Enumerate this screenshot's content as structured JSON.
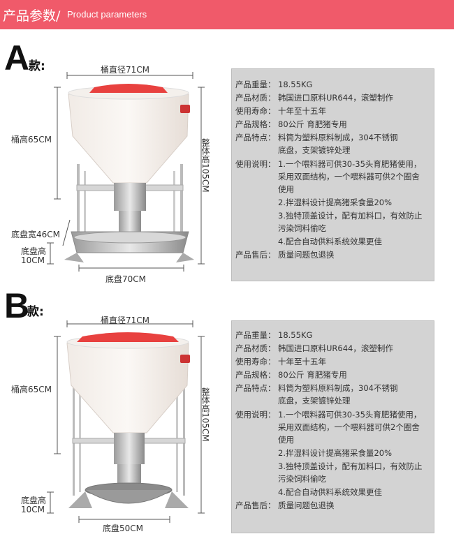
{
  "header": {
    "title_cn": "产品参数/",
    "title_en": "Product parameters"
  },
  "models": [
    {
      "letter": "A",
      "suffix": "款:",
      "dims": {
        "diameter": "桶直径71CM",
        "bucket_height": "桶高65CM",
        "total_height": "整体高105CM",
        "tray_width": "底盘宽46CM",
        "tray_height_line1": "底盘高",
        "tray_height_line2": "10CM",
        "tray": "底盘70CM"
      },
      "specs": {
        "weight_label": "产品重量：",
        "weight": "18.55KG",
        "material_label": "产品材质：",
        "material": "韩国进口原料UR644，滚塑制作",
        "life_label": "使用寿命：",
        "life": "十年至十五年",
        "spec_label": "产品规格：",
        "spec": "80公斤 育肥猪专用",
        "feature_label": "产品特点：",
        "feature_1": "料筒为塑料原料制成，304不锈钢",
        "feature_2": "底盘，支架镀锌处理",
        "usage_label": "使用说明：",
        "usage_1": "1.一个喂料器可供30-35头育肥猪使用，",
        "usage_2": "采用双面结构，一个喂料器可供2个圈舍",
        "usage_3": "使用",
        "usage_4": "2.拌湿料设计提高猪采食量20%",
        "usage_5": "3.独特顶盖设计，配有加料口，有效防止",
        "usage_6": "污染饲料偷吃",
        "usage_7": "4.配合自动供料系统效果更佳",
        "after_label": "产品售后：",
        "after": "质量问题包退换"
      }
    },
    {
      "letter": "B",
      "suffix": "款:",
      "dims": {
        "diameter": "桶直径71CM",
        "bucket_height": "桶高65CM",
        "total_height": "整体高105CM",
        "tray_height_line1": "底盘高",
        "tray_height_line2": "10CM",
        "tray": "底盘50CM"
      },
      "specs": {
        "weight_label": "产品重量：",
        "weight": "18.55KG",
        "material_label": "产品材质：",
        "material": "韩国进口原料UR644，滚塑制作",
        "life_label": "使用寿命：",
        "life": "十年至十五年",
        "spec_label": "产品规格：",
        "spec": "80公斤 育肥猪专用",
        "feature_label": "产品特点：",
        "feature_1": "料筒为塑料原料制成，304不锈钢",
        "feature_2": "底盘，支架镀锌处理",
        "usage_label": "使用说明：",
        "usage_1": "1.一个喂料器可供30-35头育肥猪使用，",
        "usage_2": "采用双面结构，一个喂料器可供2个圈舍",
        "usage_3": "使用",
        "usage_4": "2.拌湿料设计提高猪采食量20%",
        "usage_5": "3.独特顶盖设计，配有加料口，有效防止",
        "usage_6": "污染饲料偷吃",
        "usage_7": "4.配合自动供料系统效果更佳",
        "after_label": "产品售后：",
        "after": "质量问题包退换"
      }
    }
  ]
}
